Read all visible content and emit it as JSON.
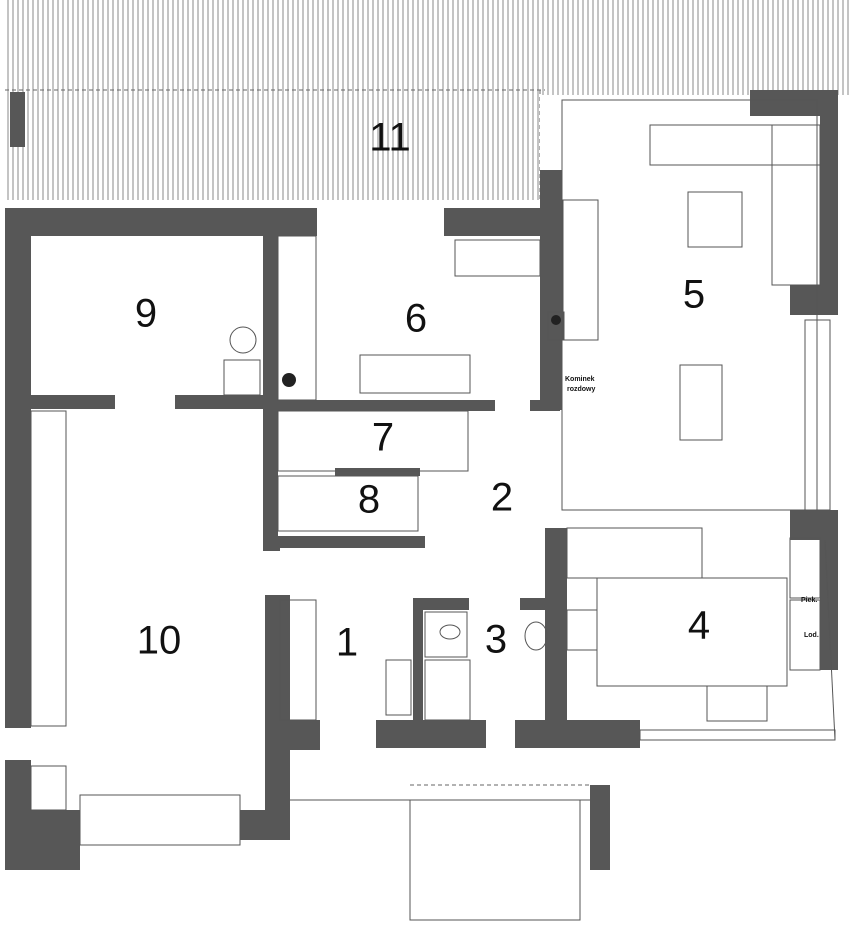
{
  "rooms": {
    "r1": "1",
    "r2": "2",
    "r3": "3",
    "r4": "4",
    "r5": "5",
    "r6": "6",
    "r7": "7",
    "r8": "8",
    "r9": "9",
    "r10": "10",
    "r11": "11"
  },
  "labels": {
    "fireplace_line1": "Kominek",
    "fireplace_line2": "rozdowy",
    "oven": "Piek.",
    "fridge": "Lod."
  }
}
